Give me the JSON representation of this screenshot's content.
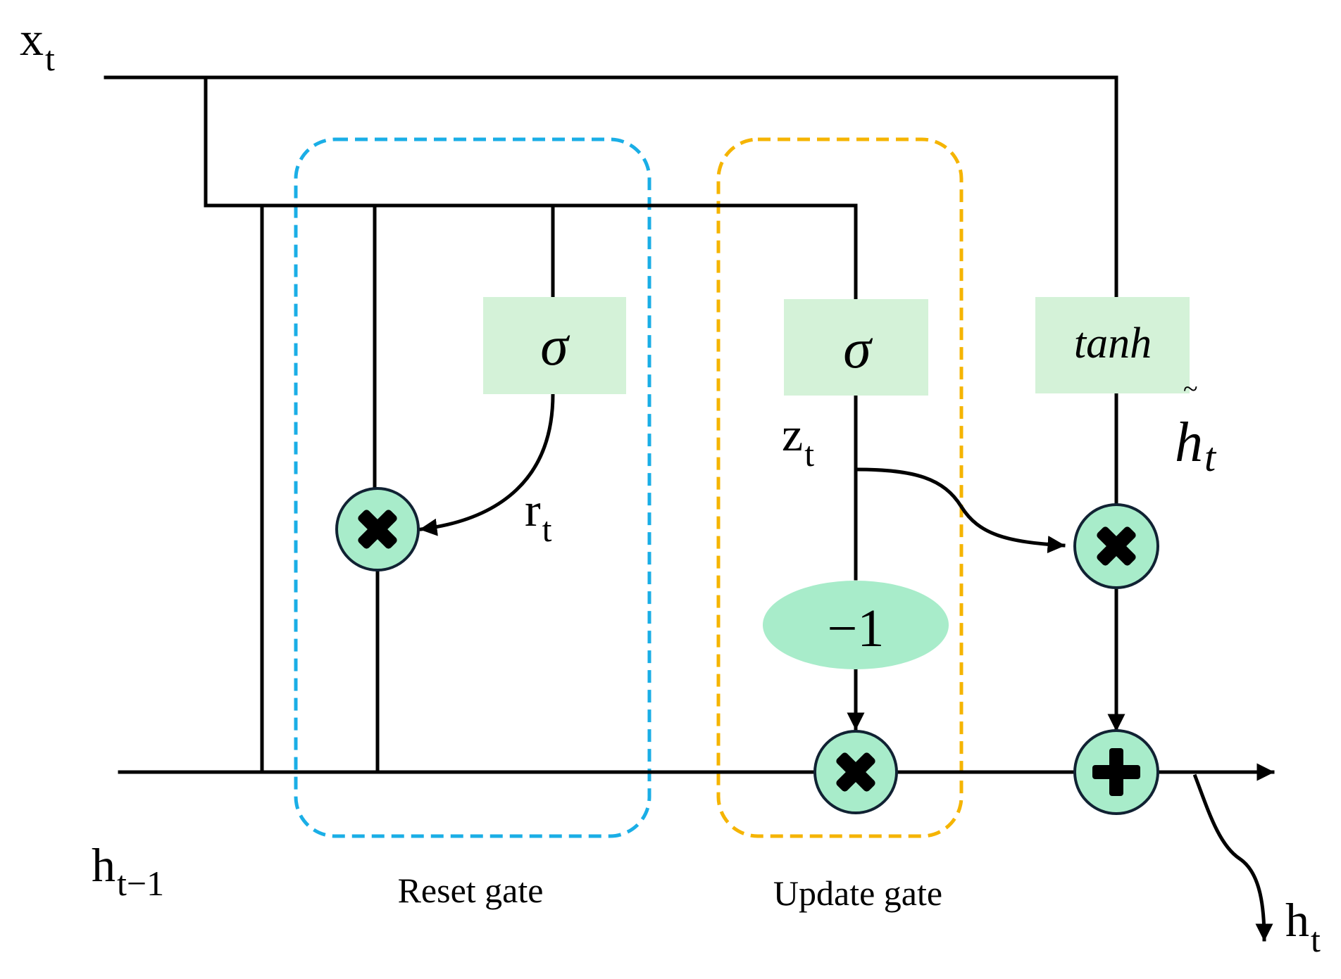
{
  "inputs": {
    "x": {
      "base": "x",
      "sub": "t"
    },
    "h_prev": {
      "base": "h",
      "sub": "t−1"
    },
    "h_out": {
      "base": "h",
      "sub": "t"
    }
  },
  "signals": {
    "r": {
      "base": "r",
      "sub": "t"
    },
    "z": {
      "base": "z",
      "sub": "t"
    },
    "h_tilde": {
      "base": "h",
      "sub": "t",
      "accent": "~"
    }
  },
  "blocks": {
    "reset_sigma": "σ",
    "update_sigma": "σ",
    "tanh": "tanh",
    "minus_one": "−1"
  },
  "gates": {
    "reset": {
      "label": "Reset gate",
      "color": "#1aaee6"
    },
    "update": {
      "label": "Update gate",
      "color": "#f5b400"
    }
  },
  "colors": {
    "block_fill": "#d4f2d8",
    "node_fill": "#a8ecca",
    "ellipse_fill": "#a8ecca",
    "line": "#000000"
  },
  "operators": {
    "multiply": "multiply-icon",
    "add": "plus-icon"
  }
}
